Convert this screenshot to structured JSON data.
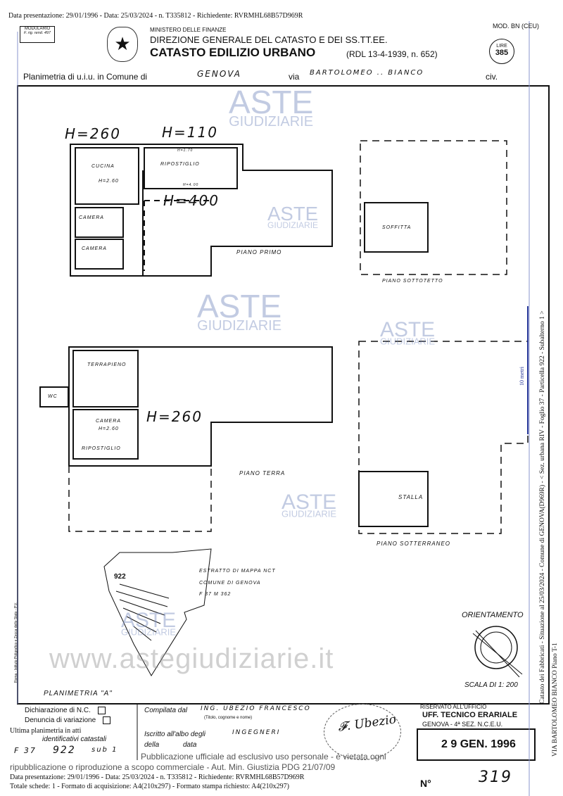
{
  "top_line": "Data presentazione: 29/01/1996 - Data: 25/03/2024 - n. T335812 - Richiedente: RVRMHL68B57D969R",
  "header": {
    "modulario": "MODULARIO",
    "modulario_sub": "F. rig. rend. 497",
    "ministry": "MINISTERO DELLE FINANZE",
    "direction": "DIREZIONE GENERALE DEL CATASTO E DEI SS.TT.EE.",
    "title": "CATASTO EDILIZIO URBANO",
    "law": "(RDL 13-4-1939, n. 652)",
    "mod": "MOD. BN (CEU)",
    "lire_label": "LIRE",
    "lire_value": "385"
  },
  "plan_line": {
    "prefix": "Planimetria di u.i.u. in Comune di",
    "comune": "GENOVA",
    "via_label": "via",
    "via": "BARTOLOMEO .. BIANCO",
    "civ": "civ."
  },
  "plans": {
    "primo": {
      "h1": "H=260",
      "h2": "H=110",
      "h3": "H=1.70",
      "cucina": "CUCINA",
      "cucina_h": "H=2.60",
      "ripostiglio": "RIPOSTIGLIO",
      "rip_h": "H=4.00",
      "h400": "H=400",
      "camera1": "CAMERA",
      "camera2": "CAMERA",
      "title": "PIANO PRIMO"
    },
    "sottotetto": {
      "soffitta": "SOFFITTA",
      "title": "PIANO SOTTOTETTO"
    },
    "terra": {
      "terrapieno": "TERRAPIENO",
      "wc": "WC",
      "camera": "CAMERA",
      "camera_h": "H=2.60",
      "ripostiglio": "RIPOSTIGLIO",
      "h260": "H=260",
      "title": "PIANO TERRA"
    },
    "sotterraneo": {
      "stalla": "STALLA",
      "title": "PIANO SOTTERRANEO"
    },
    "mappa": {
      "particella": "922",
      "line1": "ESTRATTO DI MAPPA NCT",
      "line2": "COMUNE DI GENOVA",
      "line3": "F 37 M 362"
    },
    "orientamento": "ORIENTAMENTO",
    "scala": "SCALA DI 1: 200",
    "planimetria": "PLANIMETRIA \"A\"",
    "ruler": "10 metri"
  },
  "watermark": {
    "big": "ASTE",
    "small": "GIUDIZIARIE",
    "site": "www.astegiudiziarie.it"
  },
  "footer": {
    "dichiarazione": "Dichiarazione di N.C.",
    "denuncia": "Denuncia di variazione",
    "compilata": "Compilata dal",
    "compilatore": "ING. UBEZIO FRANCESCO",
    "titolo_hint": "(Titolo, cognome e nome)",
    "iscritto": "Iscritto all'albo degli",
    "albo": "INGEGNERI",
    "della": "della",
    "data": "data",
    "riservato": "RISERVATO ALL'UFFICIO",
    "ufficio": "UFF. TECNICO ERARIALE",
    "sezione": "GENOVA - 4ª SEZ. N.C.E.U.",
    "stamp_date": "2 9 GEN. 1996",
    "numero_label": "N°",
    "numero": "319",
    "ultima": "Ultima planimetria in atti",
    "identificativi": "identificativi catastali",
    "foglio": "F 37",
    "particella": "922",
    "sub": "sub 1",
    "overlay1": "Data presentazione: 29/01/1996 - Data: 25/03/2024 - n. T335812 - Richiedente: RVRMHL68B57D969R",
    "overlay2": "Totale schede: 1 - Formato di acquisizione: A4(210x297) - Formato stampa richiesto: A4(210x297)",
    "pub1": "Pubblicazione ufficiale ad esclusivo uso personale - è vietata ogni",
    "pub2": "ripubblicazione o riproduzione a scopo commerciale - Aut. Min. Giustizia PDG 21/07/09"
  },
  "side_text": "Catasto dei Fabbricati - Situazione al 25/03/2024 - Comune di GENOVA(D969R) - < Sez. urbana RIV - Foglio 37 - Particella 922 - Subalterno 1 >",
  "side_text2": "VIA BARTOLOMEO BIANCO Piano T-1",
  "printer": "Roma - Istituto Poligrafico e Zecca dello Stato - P.V."
}
